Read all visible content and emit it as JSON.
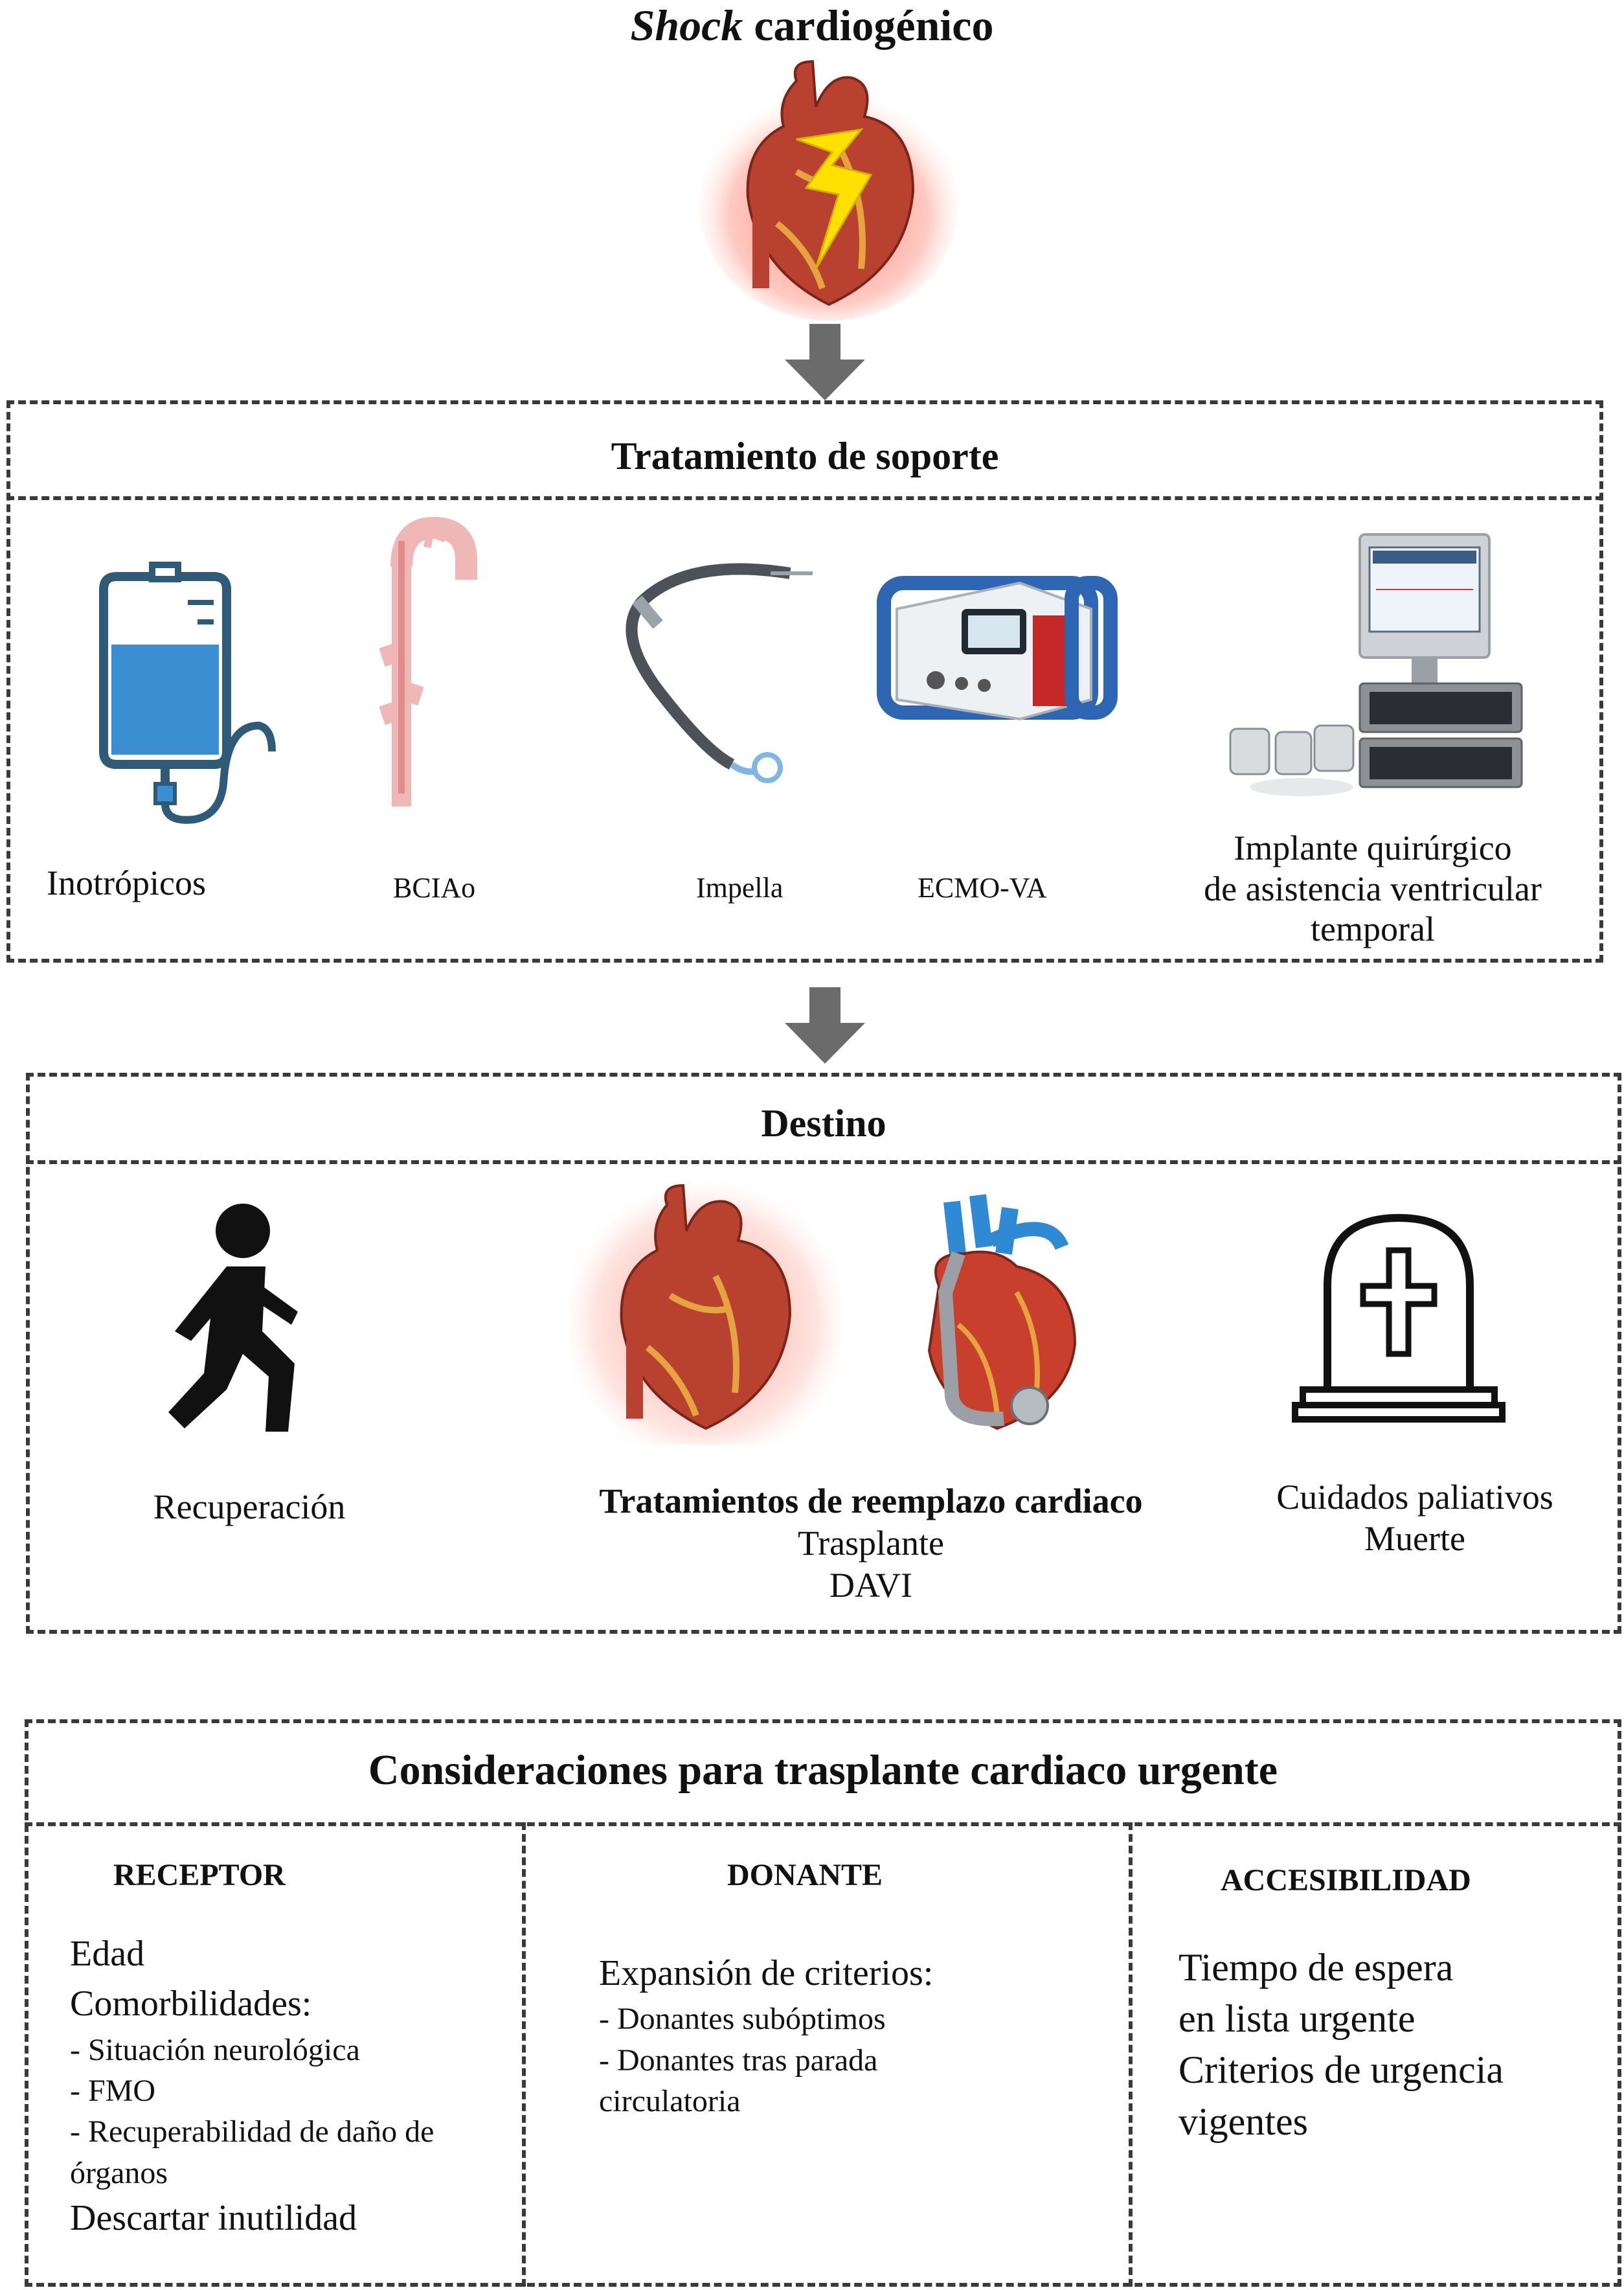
{
  "title": {
    "emph": "Shock",
    "rest": " cardiogénico"
  },
  "colors": {
    "border": "#3a3a3a",
    "arrow": "#6b6b6b",
    "bolt": "#ffe000",
    "heart": "#b8412f",
    "blue_device": "#2f66b3",
    "iv_blue": "#3a8fd3"
  },
  "support": {
    "heading": "Tratamiento de soporte",
    "items": [
      {
        "label": "Inotrópicos",
        "icon": "iv-bag-icon"
      },
      {
        "label": "BCIAo",
        "icon": "aorta-balloon-icon"
      },
      {
        "label": "Impella",
        "icon": "impella-catheter-icon"
      },
      {
        "label": "ECMO-VA",
        "icon": "ecmo-machine-icon"
      },
      {
        "label_lines": [
          "Implante quirúrgico",
          "de asistencia ventricular",
          "temporal"
        ],
        "icon": "vad-console-icon"
      }
    ]
  },
  "destino": {
    "heading": "Destino",
    "recovery": "Recuperación",
    "replacement": {
      "title": "Tratamientos de reemplazo cardiaco",
      "lines": [
        "Trasplante",
        "DAVI"
      ]
    },
    "palliative": [
      "Cuidados paliativos",
      "Muerte"
    ]
  },
  "considerations": {
    "heading": "Consideraciones para trasplante cardiaco urgente",
    "receptor": {
      "heading": "RECEPTOR",
      "lines": [
        {
          "text": "Edad",
          "style": "body"
        },
        {
          "text": "Comorbilidades:",
          "style": "body"
        },
        {
          "text": "- Situación neurológica",
          "style": "bullet"
        },
        {
          "text": "- FMO",
          "style": "bullet"
        },
        {
          "text": "- Recuperabilidad de daño de",
          "style": "bullet"
        },
        {
          "text": "órganos",
          "style": "bullet"
        },
        {
          "text": "Descartar inutilidad",
          "style": "body"
        }
      ]
    },
    "donante": {
      "heading": "DONANTE",
      "lines": [
        {
          "text": "Expansión de criterios:",
          "style": "body"
        },
        {
          "text": "- Donantes subóptimos",
          "style": "bullet"
        },
        {
          "text": "- Donantes tras parada",
          "style": "bullet"
        },
        {
          "text": "circulatoria",
          "style": "bullet"
        }
      ]
    },
    "accesibilidad": {
      "heading": "ACCESIBILIDAD",
      "lines": [
        "Tiempo de espera",
        "en lista urgente",
        "Criterios de urgencia",
        "vigentes"
      ]
    }
  }
}
